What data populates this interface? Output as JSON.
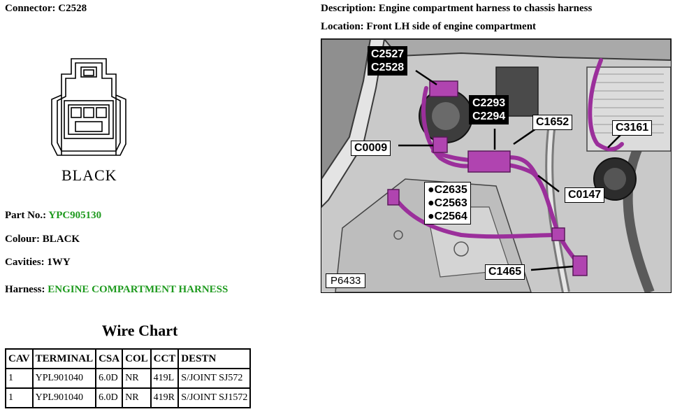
{
  "connector": {
    "label": "Connector:",
    "value": "C2528",
    "colour_text": "BLACK"
  },
  "description": {
    "label": "Description:",
    "value": "Engine compartment harness to chassis harness"
  },
  "location": {
    "label": "Location:",
    "value": "Front LH side of engine compartment"
  },
  "details": {
    "part_no_label": "Part No.:",
    "part_no_value": "YPC905130",
    "colour_label": "Colour:",
    "colour_value": "BLACK",
    "cavities_label": "Cavities:",
    "cavities_value": "1WY",
    "harness_label": "Harness:",
    "harness_value": "ENGINE COMPARTMENT HARNESS"
  },
  "wire_chart": {
    "title": "Wire Chart",
    "headers": [
      "CAV",
      "TERMINAL",
      "CSA",
      "COL",
      "CCT",
      "DESTN"
    ],
    "rows": [
      [
        "1",
        "YPL901040",
        "6.0D",
        "NR",
        "419L",
        "S/JOINT SJ572"
      ],
      [
        "1",
        "YPL901040",
        "6.0D",
        "NR",
        "419R",
        "S/JOINT SJ1572"
      ]
    ]
  },
  "photo": {
    "image_ref": "P6433",
    "harness_color": "#9b2f9b",
    "callouts": {
      "c2527": "C2527",
      "c2528": "C2528",
      "c2293": "C2293",
      "c2294": "C2294",
      "c1652": "C1652",
      "c3161": "C3161",
      "c0009": "C0009",
      "c2635": "●C2635",
      "c2563": "●C2563",
      "c2564": "●C2564",
      "c0147": "C0147",
      "c1465": "C1465"
    }
  }
}
